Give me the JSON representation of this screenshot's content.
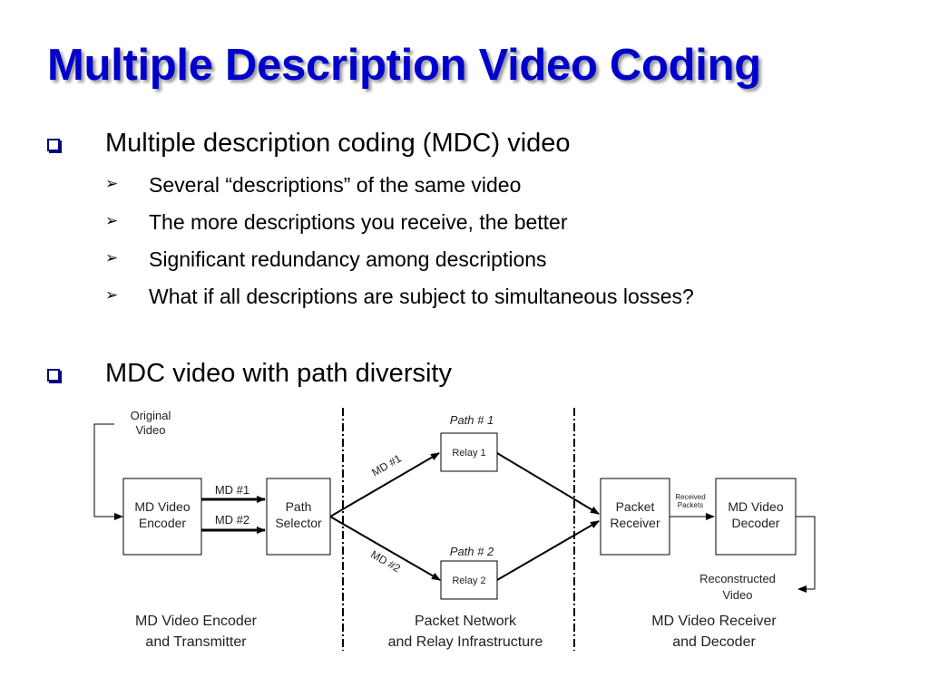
{
  "slide": {
    "title": "Multiple Description Video Coding",
    "bullets": [
      {
        "text": "Multiple description coding (MDC) video",
        "subbullets": [
          "Several “descriptions” of the same video",
          "The more descriptions you receive, the better",
          "Significant redundancy among descriptions",
          "What if all descriptions are subject to simultaneous losses?"
        ]
      },
      {
        "text": "MDC video with path diversity"
      }
    ],
    "bullet_marks": {
      "level1": "❑",
      "level2": "➢"
    }
  },
  "diagram": {
    "original_video": [
      "Original",
      "Video"
    ],
    "encoder": [
      "MD Video",
      "Encoder"
    ],
    "path_selector": [
      "Path",
      "Selector"
    ],
    "md1": "MD #1",
    "md2": "MD #2",
    "md1_diag": "MD #1",
    "md2_diag": "MD #2",
    "path1": "Path # 1",
    "path2": "Path # 2",
    "relay1": "Relay 1",
    "relay2": "Relay 2",
    "packet_receiver": [
      "Packet",
      "Receiver"
    ],
    "received_packets": [
      "Received",
      "Packets"
    ],
    "decoder": [
      "MD Video",
      "Decoder"
    ],
    "reconstructed_video": [
      "Reconstructed",
      "Video"
    ],
    "section_left": [
      "MD Video Encoder",
      "and Transmitter"
    ],
    "section_mid": [
      "Packet Network",
      "and Relay Infrastructure"
    ],
    "section_right": [
      "MD Video Receiver",
      "and Decoder"
    ]
  }
}
